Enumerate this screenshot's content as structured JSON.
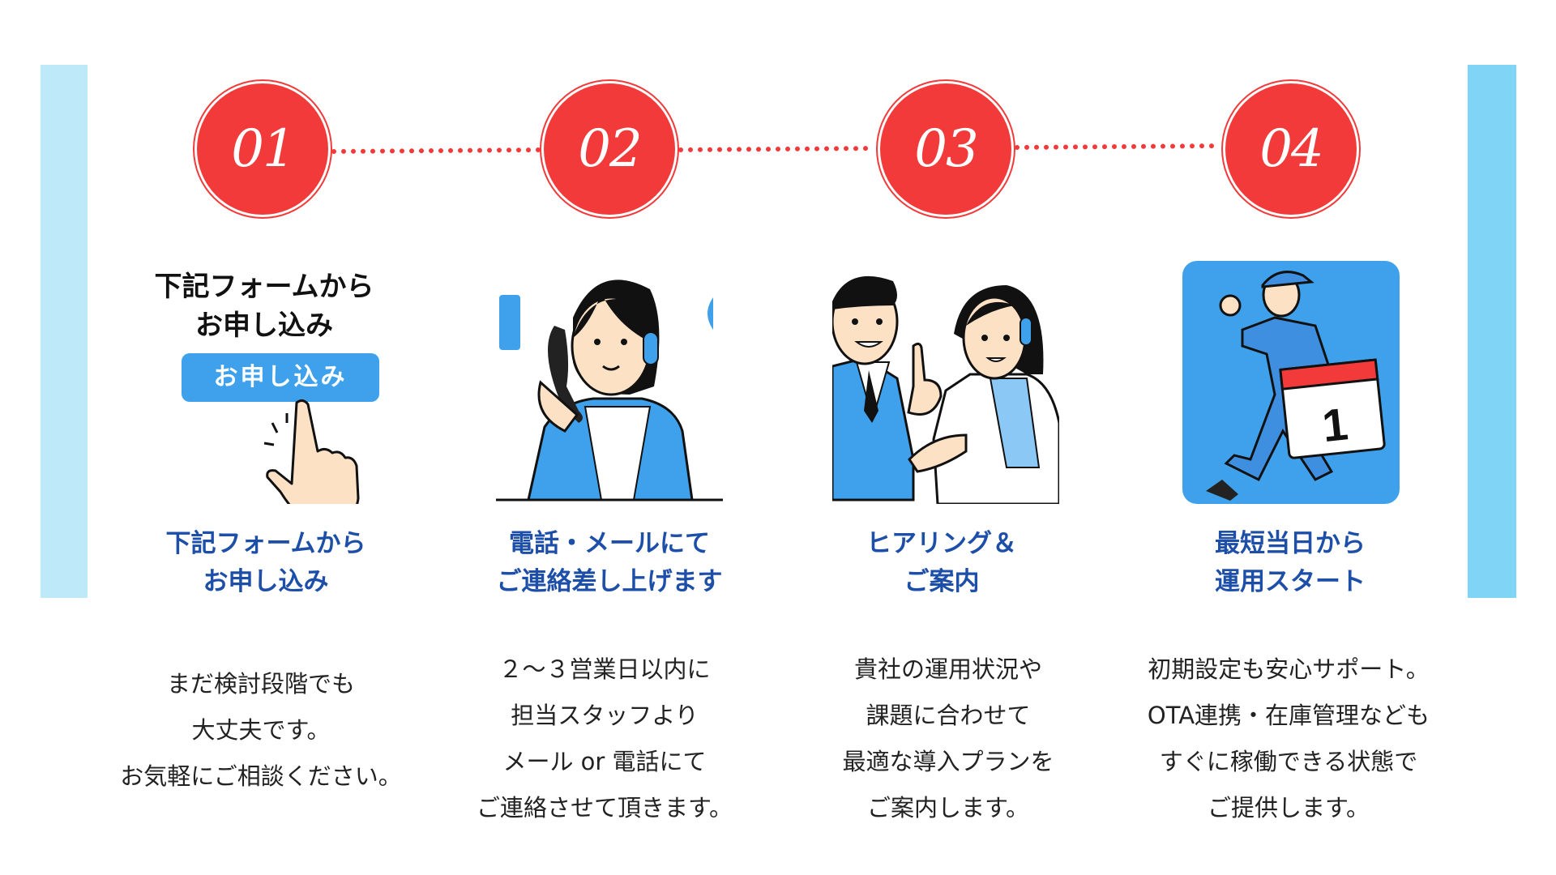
{
  "steps": [
    {
      "number": "01",
      "illustration": {
        "title_lines": [
          "下記フォームから",
          "お申し込み"
        ],
        "button_label": "お申し込み"
      },
      "heading": [
        "下記フォームから",
        "お申し込み"
      ],
      "body": [
        "まだ検討段階でも",
        "大丈夫です。",
        "お気軽にご相談ください。"
      ]
    },
    {
      "number": "02",
      "heading": [
        "電話・メールにて",
        "ご連絡差し上げます"
      ],
      "body": [
        "２〜３営業日以内に",
        "担当スタッフより",
        "メール or 電話にて",
        "ご連絡させて頂きます。"
      ]
    },
    {
      "number": "03",
      "heading": [
        "ヒアリング＆",
        "ご案内"
      ],
      "body": [
        "貴社の運用状況や",
        "課題に合わせて",
        "最適な導入プランを",
        "ご案内します。"
      ]
    },
    {
      "number": "04",
      "illustration": {
        "calendar_day": "1"
      },
      "heading": [
        "最短当日から",
        "運用スタート"
      ],
      "body": [
        "初期設定も安心サポート。",
        "OTA連携・在庫管理なども",
        "すぐに稼働できる状態で",
        "ご提供します。"
      ]
    }
  ],
  "colors": {
    "accent_red": "#f23a3a",
    "heading_blue": "#1d4fa8",
    "illustration_blue": "#3fa1ec",
    "side_bar_left": "#bde9f9",
    "side_bar_right": "#80d4f6"
  }
}
